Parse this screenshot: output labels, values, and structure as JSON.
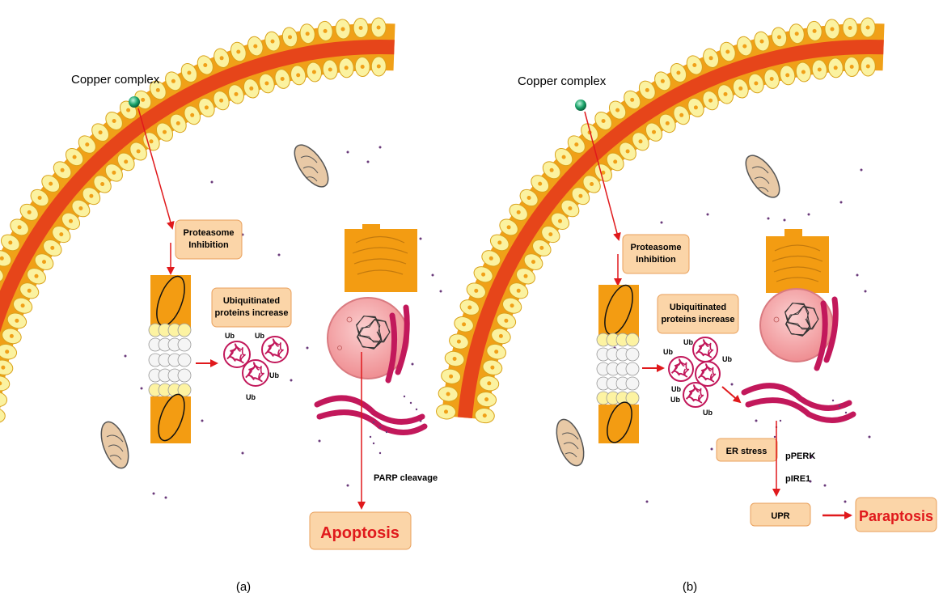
{
  "colors": {
    "membrane": "#f0a018",
    "membrane_core": "#e6451a",
    "lipid_head": "#fbf2a0",
    "label_box": "#fbd5a8",
    "label_box_border": "#e9a05c",
    "arrow": "#e0191c",
    "ribbon": "#c2185b",
    "nucleus": "#f6a8a8"
  },
  "panel_a": {
    "caption": "(a)",
    "copper_label": "Copper complex",
    "proteasome_label_1": "Proteasome",
    "proteasome_label_2": "Inhibition",
    "ubiq_label_1": "Ubiquitinated",
    "ubiq_label_2": "proteins increase",
    "ub": [
      "Ub",
      "Ub",
      "Ub",
      "Ub"
    ],
    "parp_label": "PARP cleavage",
    "outcome": "Apoptosis"
  },
  "panel_b": {
    "caption": "(b)",
    "copper_label": "Copper complex",
    "proteasome_label_1": "Proteasome",
    "proteasome_label_2": "Inhibition",
    "ubiq_label_1": "Ubiquitinated",
    "ubiq_label_2": "proteins increase",
    "ub": [
      "Ub",
      "Ub",
      "Ub",
      "Ub",
      "Ub",
      "Ub"
    ],
    "er_stress_label": "ER stress",
    "pperk_label": "pPERK",
    "pire1_label": "pIRE1",
    "upr_label": "UPR",
    "outcome": "Paraptosis"
  }
}
